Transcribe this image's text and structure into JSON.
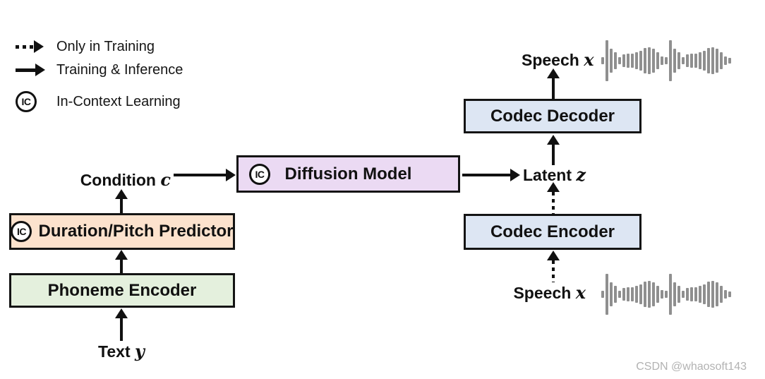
{
  "legend": {
    "items": [
      {
        "icon": "dotted-arrow-icon",
        "label": "Only in Training"
      },
      {
        "icon": "solid-arrow-icon",
        "label": "Training & Inference"
      },
      {
        "icon": "ic-badge",
        "label": "In-Context Learning"
      }
    ]
  },
  "badge": "IC",
  "nodes": {
    "phoneme_encoder": {
      "label": "Phoneme Encoder",
      "fill": "#e4f0dd"
    },
    "duration_pitch_predictor": {
      "label": "Duration/Pitch Predictor",
      "fill": "#fce2cd"
    },
    "diffusion_model": {
      "label": "Diffusion Model",
      "fill": "#ebdaf3"
    },
    "codec_decoder": {
      "label": "Codec Decoder",
      "fill": "#dde6f3"
    },
    "codec_encoder": {
      "label": "Codec Encoder",
      "fill": "#dde6f3"
    }
  },
  "annotations": {
    "condition": {
      "label": "Condition",
      "symbol": "c"
    },
    "latent": {
      "label": "Latent",
      "symbol": "z"
    },
    "speech_output": {
      "label": "Speech",
      "symbol": "x"
    },
    "speech_input": {
      "label": "Speech",
      "symbol": "x"
    },
    "text_input": {
      "label": "Text",
      "symbol": "y"
    }
  },
  "waveform": {
    "color": "#8f8f8f",
    "bar_heights": [
      18,
      100,
      58,
      40,
      18,
      30,
      34,
      34,
      40,
      48,
      62,
      66,
      58,
      42,
      22,
      16,
      100,
      58,
      40,
      18,
      30,
      34,
      34,
      40,
      48,
      62,
      66,
      58,
      42,
      22,
      14
    ]
  },
  "watermark": "CSDN @whaosoft143"
}
